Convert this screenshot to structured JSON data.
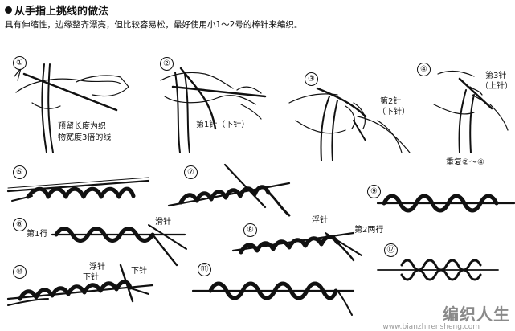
{
  "header": {
    "title": "从手指上挑线的做法",
    "subtitle": "具有伸缩性，边缘整齐漂亮，但比较容易松，最好使用小1～2号的棒针来编织。"
  },
  "steps": [
    {
      "num": "①"
    },
    {
      "num": "②"
    },
    {
      "num": "③"
    },
    {
      "num": "④"
    },
    {
      "num": "⑤"
    },
    {
      "num": "⑥"
    },
    {
      "num": "⑦"
    },
    {
      "num": "⑧"
    },
    {
      "num": "⑨"
    },
    {
      "num": "⑩"
    },
    {
      "num": "⑪"
    },
    {
      "num": "⑫"
    }
  ],
  "labels": {
    "reserve_line": "预留长度为织",
    "reserve_line2": "物宽度3倍的线",
    "needle1": "第1针（下针）",
    "needle2a": "第2针",
    "needle2b": "（下针）",
    "needle3a": "第3针",
    "needle3b": "（上针）",
    "repeat": "重复②～④",
    "row1": "第1行",
    "slip1": "滑针",
    "float1": "浮针",
    "row2": "第2两行",
    "float2": "浮针",
    "knit_a": "下针",
    "knit_b": "下针"
  },
  "watermark": {
    "text": "编织人生",
    "url": "www.bianzhirensheng.com"
  }
}
